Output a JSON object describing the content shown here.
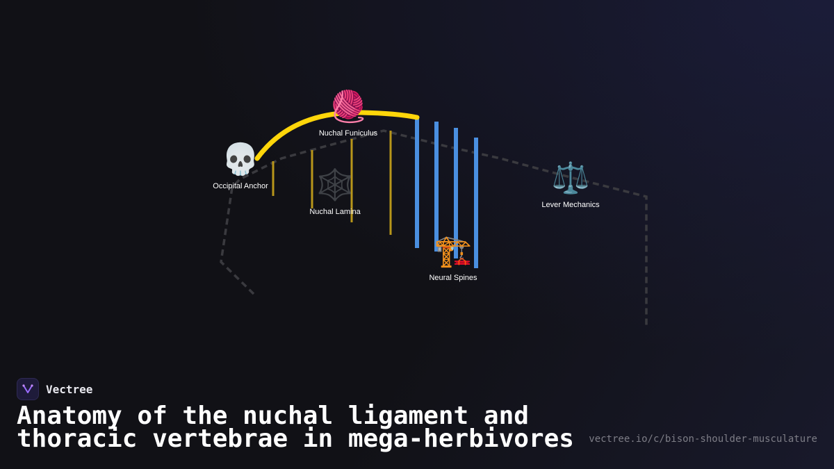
{
  "nodes": {
    "occipital_anchor": {
      "label": "Occipital Anchor",
      "icon": "skull-icon",
      "glyph": "💀"
    },
    "nuchal_funiculus": {
      "label": "Nuchal Funiculus",
      "icon": "yarn-ball-icon",
      "glyph": "🧶"
    },
    "nuchal_lamina": {
      "label": "Nuchal Lamina",
      "icon": "spider-web-icon",
      "glyph": "🕸️"
    },
    "neural_spines": {
      "label": "Neural Spines",
      "icon": "crane-icon",
      "glyph": "🏗️"
    },
    "lever_mechanics": {
      "label": "Lever Mechanics",
      "icon": "balance-scale-icon",
      "glyph": "⚖️"
    }
  },
  "colors": {
    "background": "#111116",
    "funiculus": "#ffd60a",
    "lamina": "#b8961a",
    "spines": "#4a8fe0",
    "skeleton_outline": "#3a3a3f"
  },
  "brand": {
    "name": "Vectree",
    "logo_icon": "vectree-logo-icon"
  },
  "title": "Anatomy of the nuchal ligament and thoracic vertebrae in mega-herbivores",
  "url": "vectree.io/c/bison-shoulder-musculature"
}
